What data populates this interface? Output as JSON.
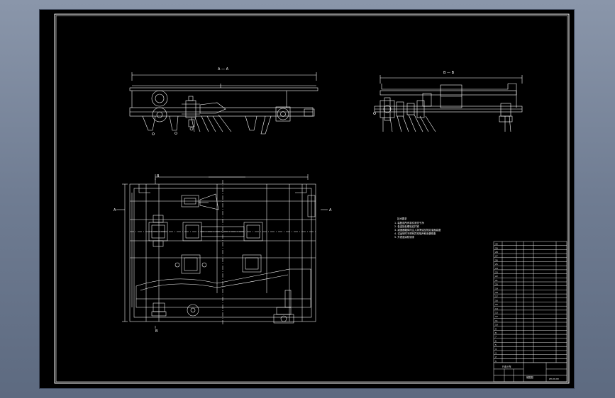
{
  "drawing": {
    "section_labels": {
      "top_left": "A — A",
      "top_right": "B — B",
      "plan_left_arrow": "A",
      "plan_right_arrow": "A",
      "plan_top_marker": "B",
      "plan_bottom_marker": "B"
    },
    "technical_notes": [
      "技术要求",
      "1. 装配前所有零件清洗干净",
      "2. 各连接处螺栓应拧紧",
      "3. 减速器箱体内注入润滑油至规定油面高度",
      "4. 试运转时不得有异常噪声和渗漏现象",
      "5. 外表面涂防锈漆"
    ],
    "title_block": {
      "title": "行走小车",
      "subtitle": "装配图",
      "drawing_number": "ZX-00-00"
    },
    "bom_rows": [
      "1",
      "2",
      "3",
      "4",
      "5",
      "6",
      "7",
      "8",
      "9",
      "10",
      "11",
      "12",
      "13",
      "14",
      "15",
      "16",
      "17",
      "18",
      "19",
      "20",
      "21",
      "22",
      "23",
      "24",
      "25",
      "26",
      "27",
      "28",
      "29",
      "30"
    ],
    "colors": {
      "line": "#ffffff",
      "background": "#000000",
      "app_background": "#7b879c"
    }
  }
}
